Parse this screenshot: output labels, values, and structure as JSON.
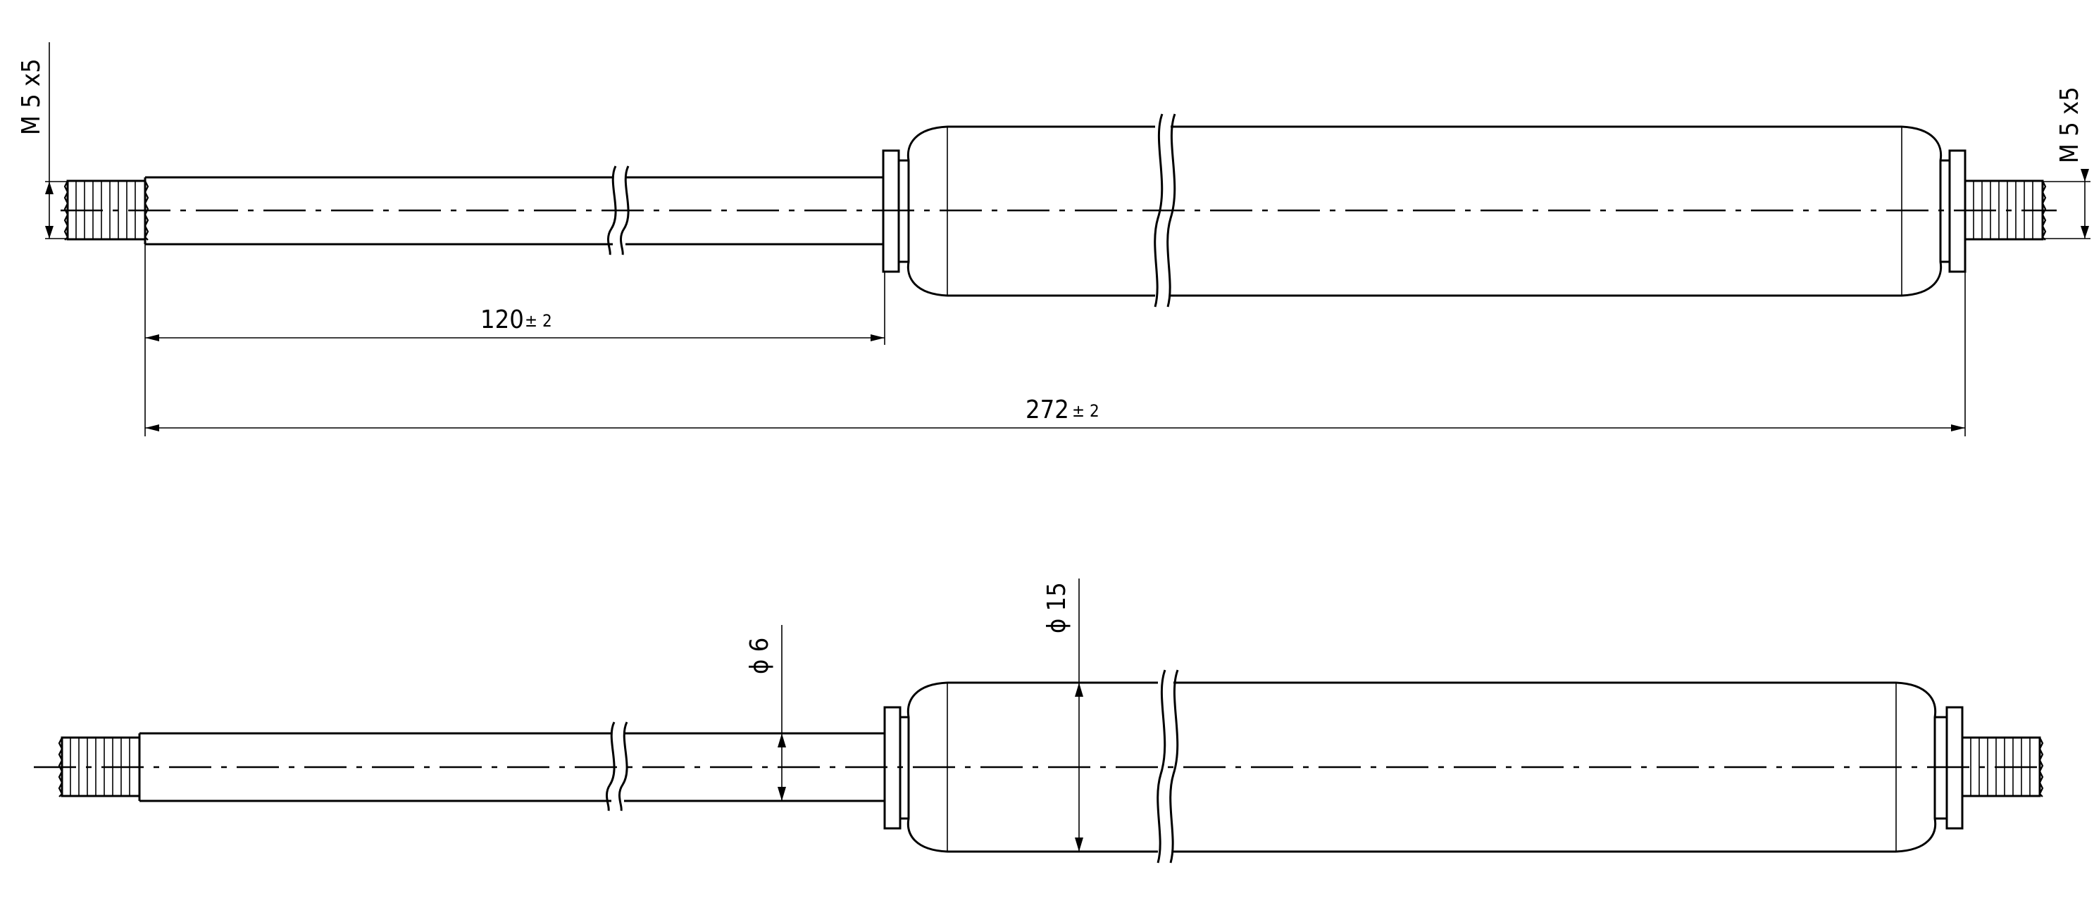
{
  "drawing": {
    "side_view": {
      "thread_left_label": "M 5 x5",
      "thread_right_label": "M 5 x5",
      "dim_stroke": {
        "value": "120",
        "tolerance": "± 2"
      },
      "dim_total": {
        "value": "272",
        "tolerance": "± 2"
      }
    },
    "bottom_view": {
      "dia_rod": "ϕ 6",
      "dia_body": "ϕ 15"
    }
  }
}
